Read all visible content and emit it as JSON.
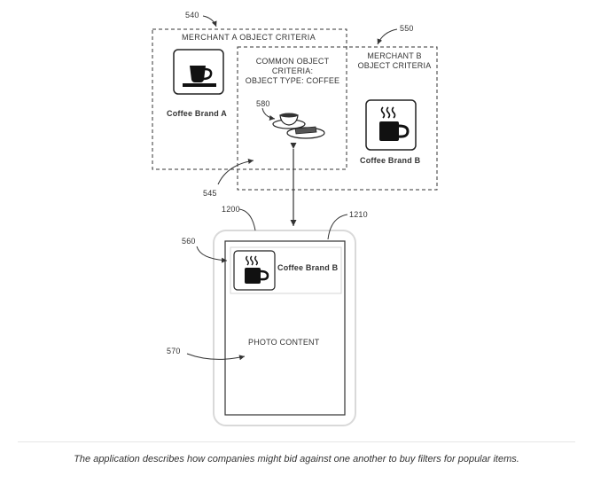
{
  "diagram": {
    "ref_540": "540",
    "ref_550": "550",
    "ref_580": "580",
    "ref_545": "545",
    "ref_1200": "1200",
    "ref_1210": "1210",
    "ref_560": "560",
    "ref_570": "570",
    "merchant_a_title": "MERCHANT A OBJECT CRITERIA",
    "merchant_b_title_line1": "MERCHANT B",
    "merchant_b_title_line2": "OBJECT CRITERIA",
    "common_line1": "COMMON OBJECT",
    "common_line2": "CRITERIA:",
    "common_line3": "OBJECT TYPE: COFFEE",
    "brand_a": "Coffee Brand A",
    "brand_b": "Coffee Brand B",
    "device_brand": "Coffee Brand B",
    "photo_content": "PHOTO CONTENT"
  },
  "caption": "The application describes how companies might bid against one another to buy filters for popular items.",
  "icons": [
    "coffee-cup-icon",
    "steaming-mug-icon",
    "coffee-plate-icon"
  ]
}
